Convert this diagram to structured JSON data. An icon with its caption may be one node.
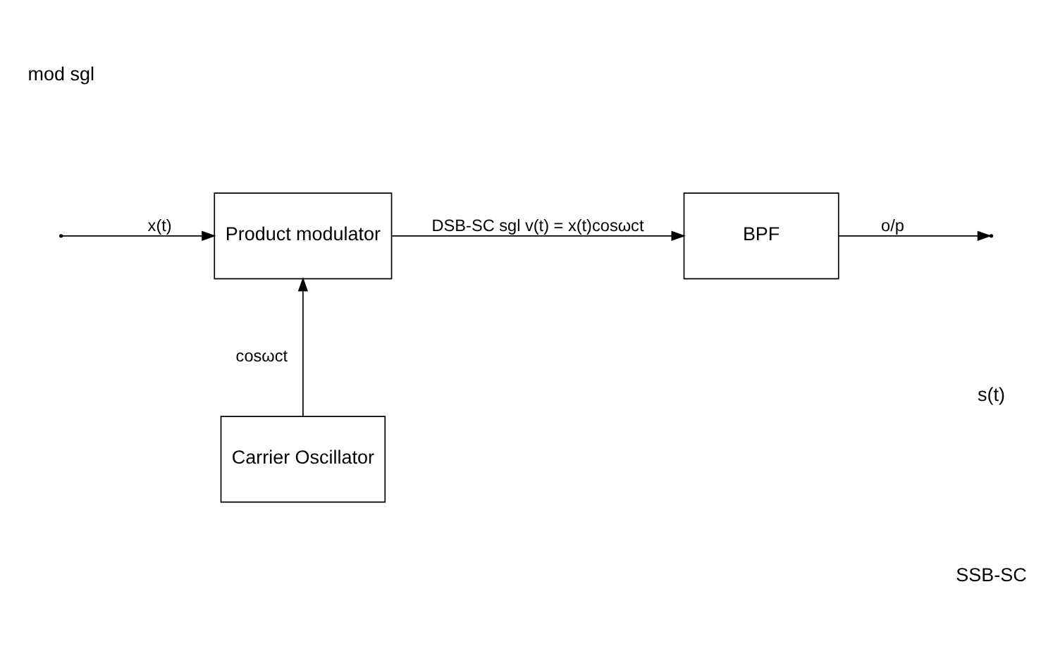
{
  "diagram": {
    "nodes": [
      {
        "text": [
          "Product modulator"
        ]
      },
      {
        "text": [
          "BPF"
        ]
      },
      {
        "text": [
          "Carrier Oscillator"
        ]
      }
    ],
    "edges": [
      {
        "from": null,
        "to": 0,
        "arrow": "to",
        "label": "x(t)"
      },
      {
        "from": 0,
        "to": 1,
        "arrow": "to",
        "label": "DSB-SC sgl v(t) = x(t)cosωct"
      },
      {
        "from": 1,
        "to": null,
        "arrow": "to",
        "label": "o/p"
      },
      {
        "from": 2,
        "to": 0,
        "arrow": "to",
        "label": "cosωct"
      }
    ],
    "labels": [
      "mod sgl",
      "s(t)",
      "SSB-SC"
    ]
  }
}
